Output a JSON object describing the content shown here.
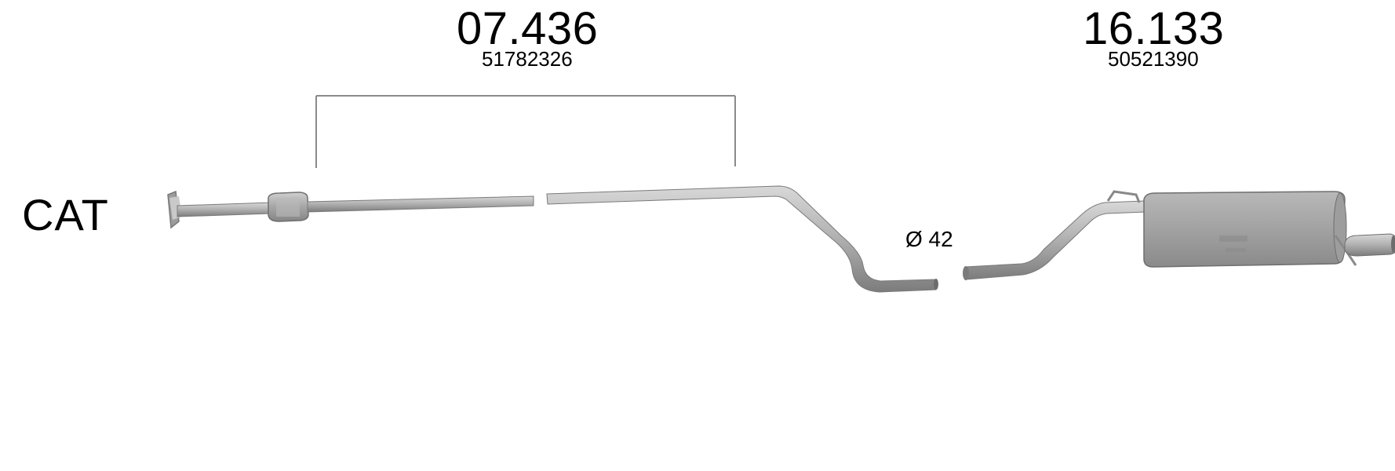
{
  "parts": [
    {
      "part_number": "07.436",
      "oe_number": "51782326"
    },
    {
      "part_number": "16.133",
      "oe_number": "50521390"
    }
  ],
  "cat_label": "CAT",
  "diameter_label": "Ø 42",
  "colors": {
    "pipe_body": "#9a9a9a",
    "pipe_edge": "#7a7a7a",
    "pipe_highlight": "#dedede",
    "bracket": "#8a8a8a",
    "text": "#000000"
  }
}
